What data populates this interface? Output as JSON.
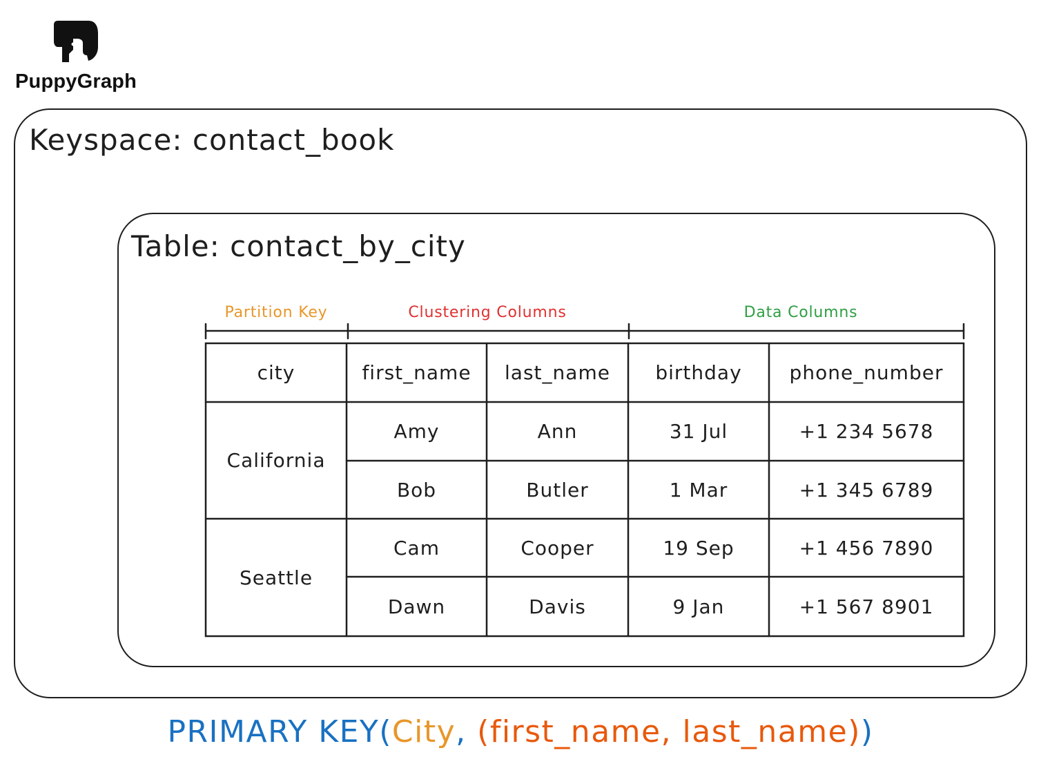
{
  "logo": {
    "icon": "puppy-icon",
    "text": "PuppyGraph"
  },
  "keyspace": {
    "title": "Keyspace: contact_book"
  },
  "table": {
    "title": "Table: contact_by_city",
    "groups": [
      {
        "label": "Partition Key",
        "color": "#e8962a"
      },
      {
        "label": "Clustering Columns",
        "color": "#e03131"
      },
      {
        "label": "Data Columns",
        "color": "#2f9e44"
      }
    ],
    "headers": [
      "city",
      "first_name",
      "last_name",
      "birthday",
      "phone_number"
    ],
    "partitions": [
      {
        "city": "California",
        "rows": [
          {
            "first_name": "Amy",
            "last_name": "Ann",
            "birthday": "31 Jul",
            "phone_number": "+1 234 5678"
          },
          {
            "first_name": "Bob",
            "last_name": "Butler",
            "birthday": "1 Mar",
            "phone_number": "+1 345 6789"
          }
        ]
      },
      {
        "city": "Seattle",
        "rows": [
          {
            "first_name": "Cam",
            "last_name": "Cooper",
            "birthday": "19 Sep",
            "phone_number": "+1 456 7890"
          },
          {
            "first_name": "Dawn",
            "last_name": "Davis",
            "birthday": "9 Jan",
            "phone_number": "+1 567 8901"
          }
        ]
      }
    ]
  },
  "primary_key": {
    "prefix": "PRIMARY KEY(",
    "partition": "City",
    "separator": ", ",
    "clustering": "(first_name, last_name)",
    "suffix": ")",
    "colors": {
      "prefix": "#1971c2",
      "partition": "#e8962a",
      "clustering": "#e8590c"
    }
  }
}
